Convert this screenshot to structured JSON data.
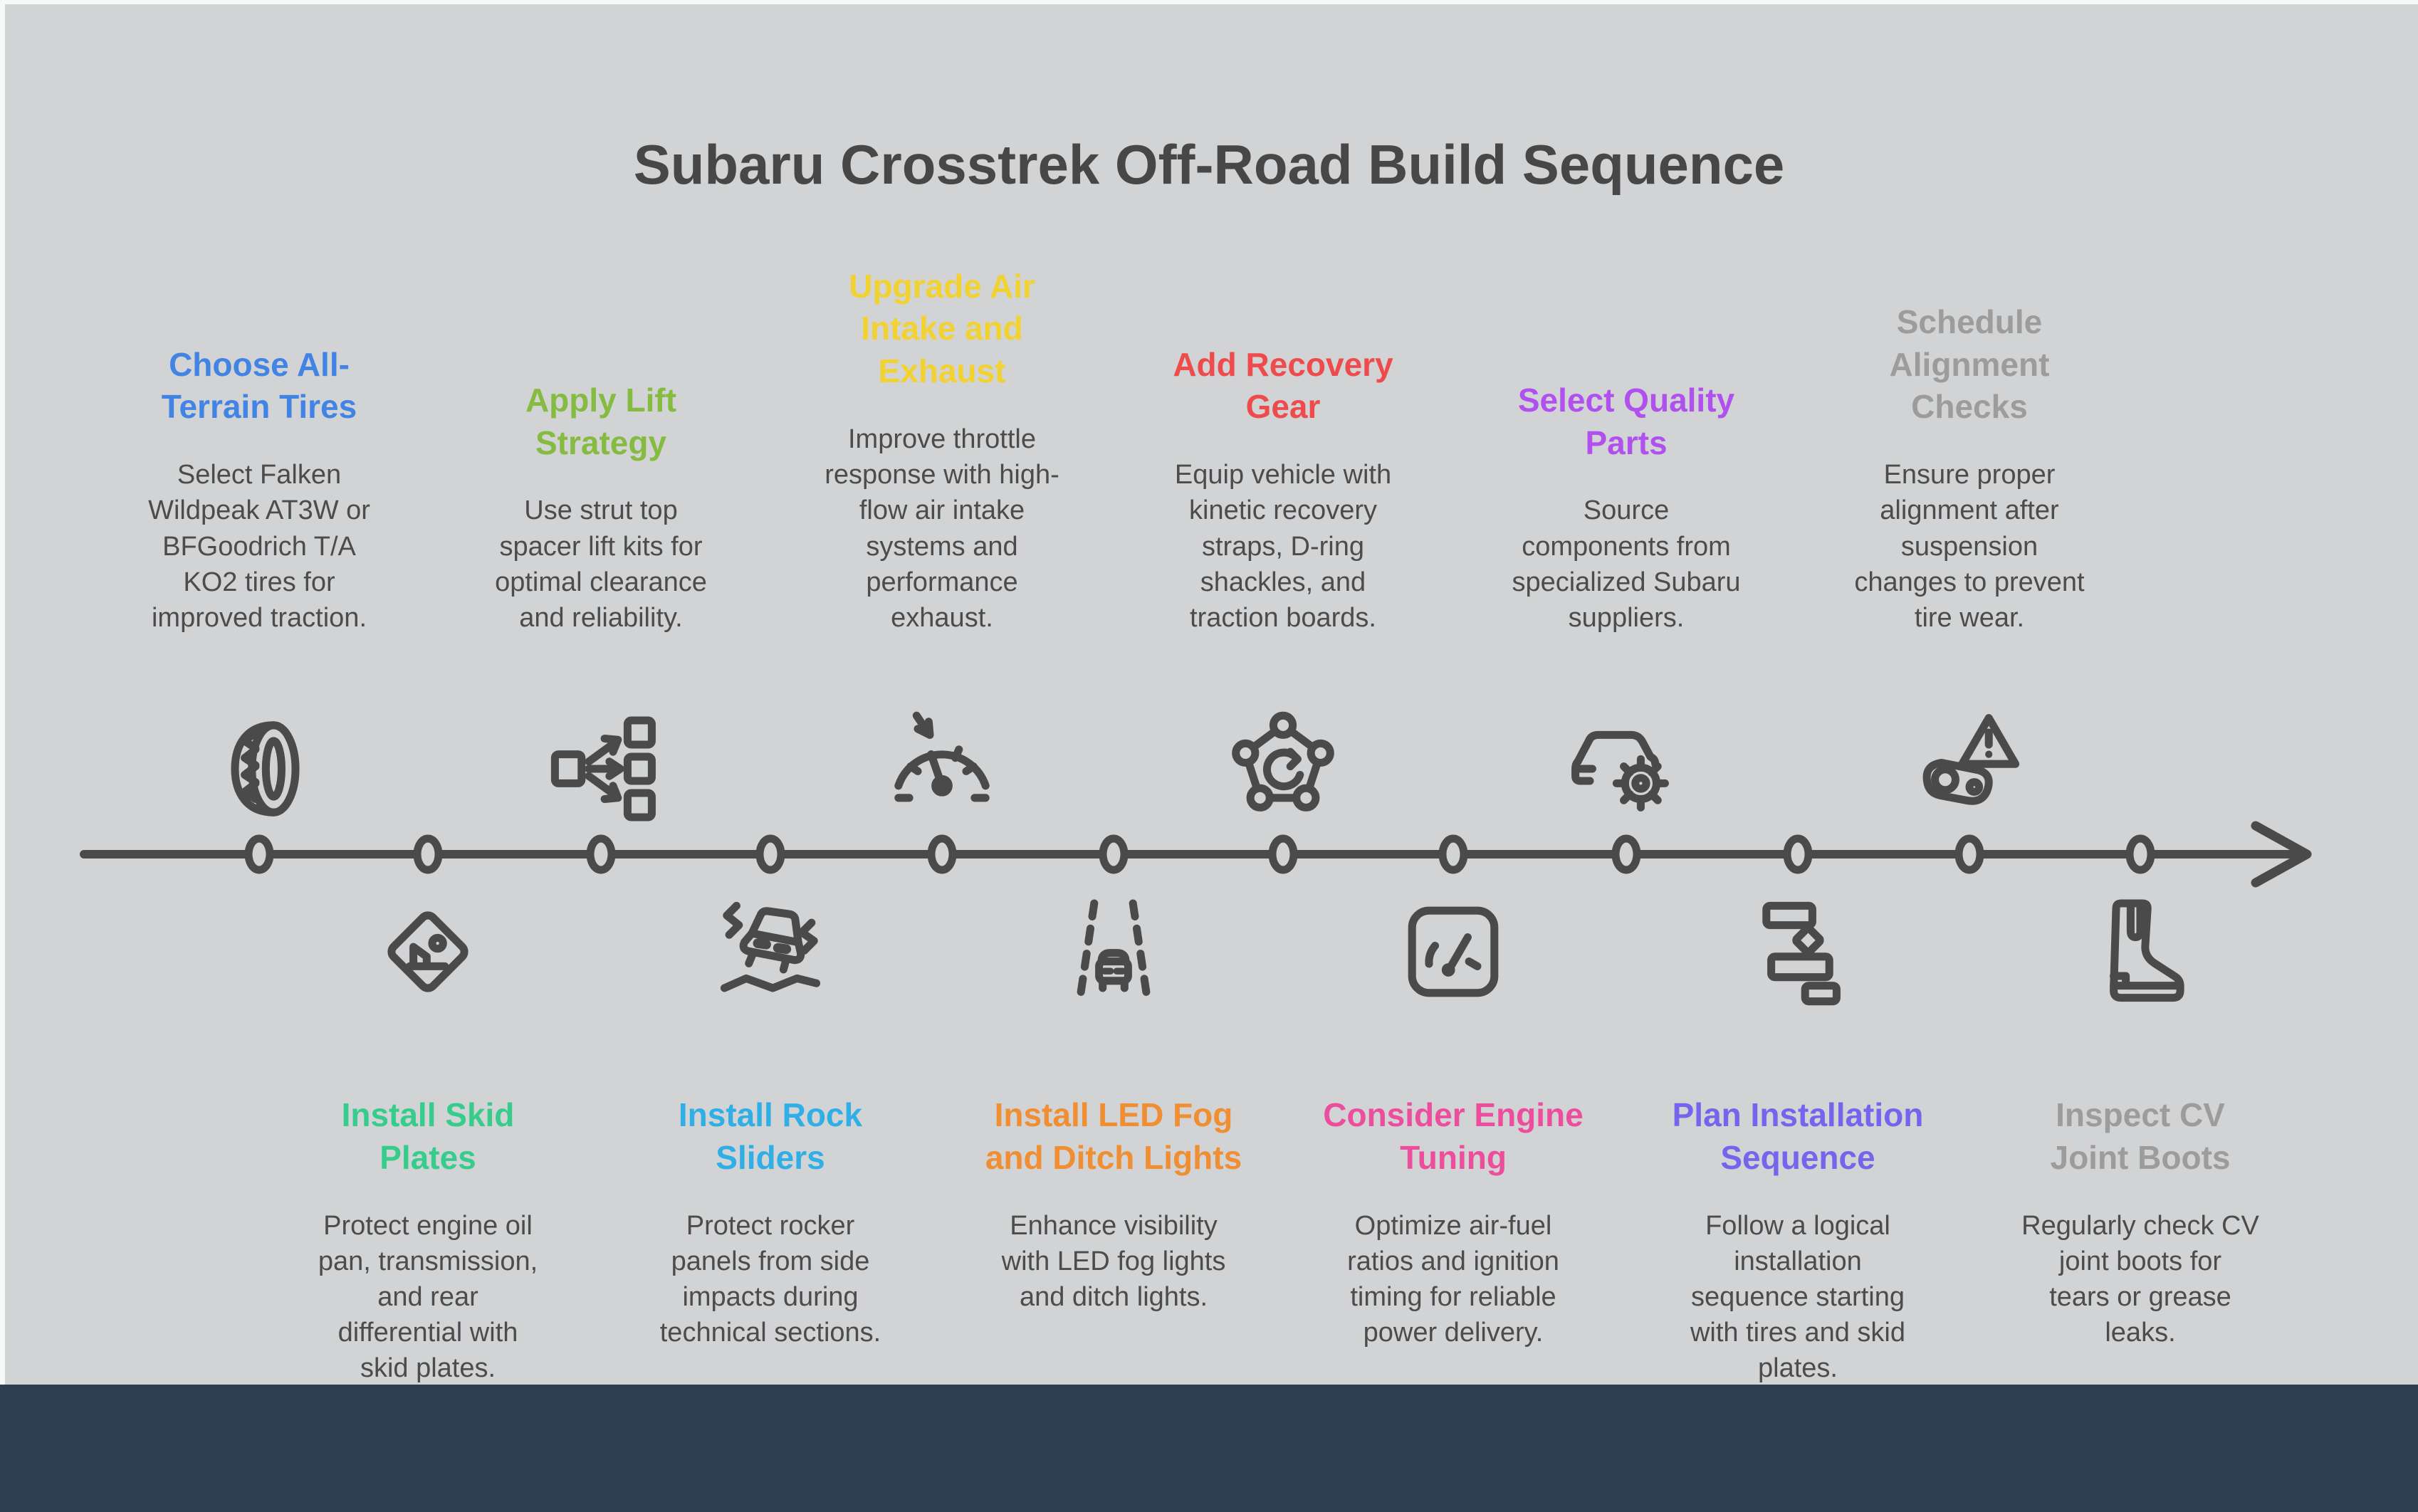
{
  "title": "Subaru Crosstrek Off-Road Build Sequence",
  "colors": {
    "background": "#d2d3d4",
    "footer_bar": "#2c3e50",
    "ink": "#4a4a4a",
    "body_text": "#4c4c4c"
  },
  "steps_top": [
    {
      "heading": "Choose All-\nTerrain Tires",
      "body": "Select Falken\nWildpeak AT3W or\nBFGoodrich T/A\nKO2 tires for\nimproved traction.",
      "color": "#4184e4",
      "icon": "tire-icon"
    },
    {
      "heading": "Apply Lift\nStrategy",
      "body": "Use strut top\nspacer lift kits for\noptimal clearance\nand reliability.",
      "color": "#84bb40",
      "icon": "lift-strategy-icon"
    },
    {
      "heading": "Upgrade Air\nIntake and\nExhaust",
      "body": "Improve throttle\nresponse with high-\nflow air intake\nsystems and\nperformance\nexhaust.",
      "color": "#f2d230",
      "icon": "air-intake-gauge-icon"
    },
    {
      "heading": "Add Recovery\nGear",
      "body": "Equip vehicle with\nkinetic recovery\nstraps, D-ring\nshackles, and\ntraction boards.",
      "color": "#ee4c4c",
      "icon": "recovery-gear-icon"
    },
    {
      "heading": "Select Quality\nParts",
      "body": "Source\ncomponents from\nspecialized Subaru\nsuppliers.",
      "color": "#b050ee",
      "icon": "car-gear-icon"
    },
    {
      "heading": "Schedule\nAlignment\nChecks",
      "body": "Ensure proper\nalignment after\nsuspension\nchanges to prevent\ntire wear.",
      "color": "#9c9c9c",
      "icon": "alignment-warning-icon"
    }
  ],
  "steps_bottom": [
    {
      "heading": "Install Skid\nPlates",
      "body": "Protect engine oil\npan, transmission,\nand rear\ndifferential with\nskid plates.",
      "color": "#35cc8c",
      "icon": "skid-plate-icon"
    },
    {
      "heading": "Install Rock\nSliders",
      "body": "Protect rocker\npanels from side\nimpacts during\ntechnical sections.",
      "color": "#30aee6",
      "icon": "rock-slider-icon"
    },
    {
      "heading": "Install LED Fog\nand Ditch Lights",
      "body": "Enhance visibility\nwith LED fog lights\nand ditch lights.",
      "color": "#ef8e33",
      "icon": "ditch-lights-icon"
    },
    {
      "heading": "Consider Engine\nTuning",
      "body": "Optimize air-fuel\nratios and ignition\ntiming for reliable\npower delivery.",
      "color": "#ec4d9d",
      "icon": "engine-tuning-icon"
    },
    {
      "heading": "Plan Installation\nSequence",
      "body": "Follow a logical\ninstallation\nsequence starting\nwith tires and skid\nplates.",
      "color": "#7465ec",
      "icon": "sequence-icon"
    },
    {
      "heading": "Inspect CV\nJoint Boots",
      "body": "Regularly check CV\njoint boots for\ntears or grease\nleaks.",
      "color": "#9c9c9c",
      "icon": "cv-boot-icon"
    }
  ]
}
